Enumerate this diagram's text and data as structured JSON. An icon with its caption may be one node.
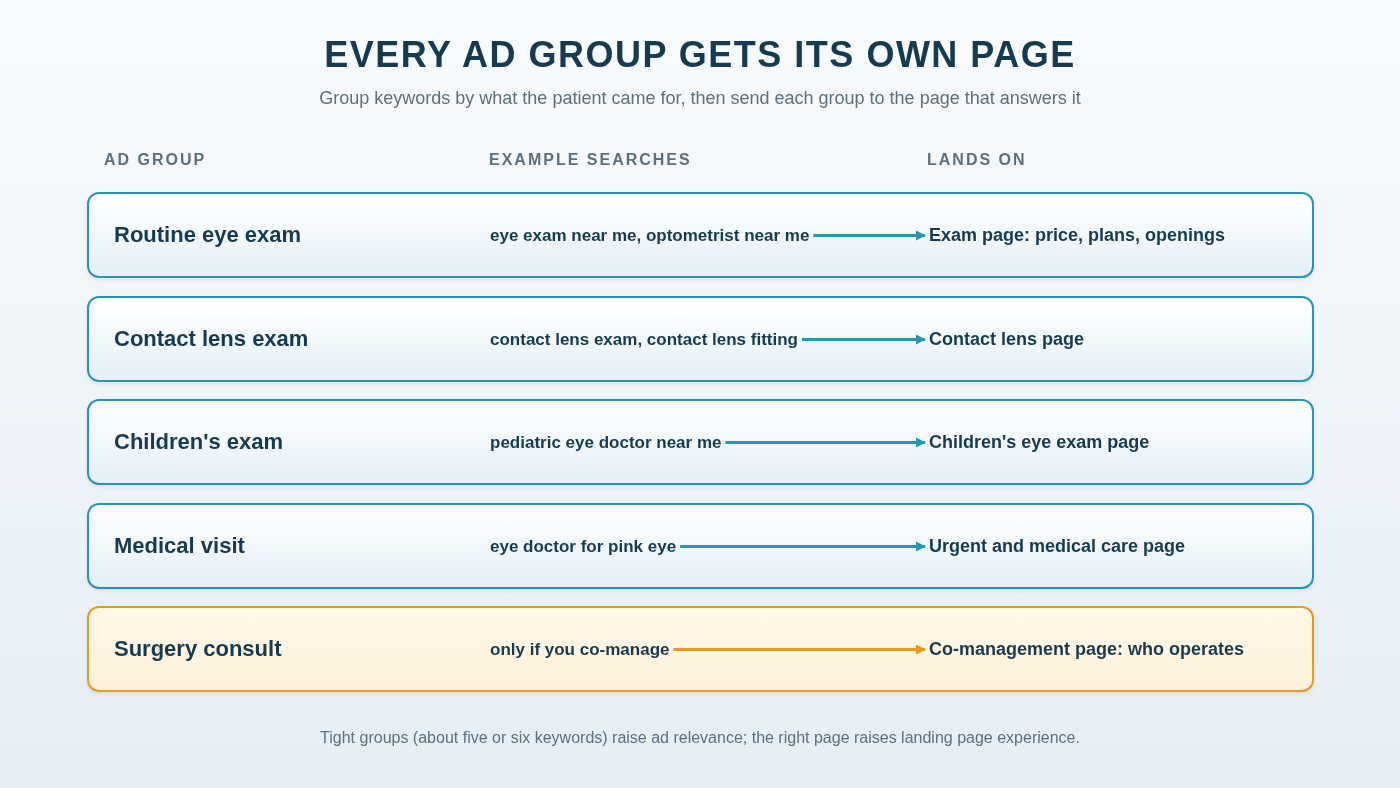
{
  "diagram": {
    "title": "EVERY AD GROUP GETS ITS OWN PAGE",
    "caption": "Tight groups (about five or six keywords) raise ad relevance; the right page raises landing page experience.",
    "nodes": [
      {
        "text": [
          "Routine eye exam"
        ]
      },
      {
        "text": [
          "eye exam near me, optometrist near me"
        ],
        "in": 0
      },
      {
        "text": [
          "Exam page: price, plans, openings"
        ],
        "in": 0
      },
      {
        "text": [
          "Contact lens exam"
        ]
      },
      {
        "text": [
          "contact lens exam, contact lens fitting"
        ],
        "in": 3
      },
      {
        "text": [
          "Contact lens page"
        ],
        "in": 3
      },
      {
        "text": [
          "Children's exam"
        ]
      },
      {
        "text": [
          "pediatric eye doctor near me"
        ],
        "in": 6
      },
      {
        "text": [
          "Children's eye exam page"
        ],
        "in": 6
      },
      {
        "text": [
          "Medical visit"
        ]
      },
      {
        "text": [
          "eye doctor for pink eye"
        ],
        "in": 9
      },
      {
        "text": [
          "Urgent and medical care page"
        ],
        "in": 9
      },
      {
        "text": [
          "Surgery consult"
        ]
      },
      {
        "text": [
          "only if you co-manage"
        ],
        "in": 12
      },
      {
        "text": [
          "Co-management page: who operates"
        ],
        "in": 12
      }
    ],
    "edges": [
      {
        "from": 1,
        "to": 2,
        "arrow": "to"
      },
      {
        "from": 4,
        "to": 5,
        "arrow": "to"
      },
      {
        "from": 7,
        "to": 8,
        "arrow": "to"
      },
      {
        "from": 10,
        "to": 11,
        "arrow": "to"
      },
      {
        "from": 13,
        "to": 14,
        "arrow": "to",
        "color": "#e99a1c"
      }
    ],
    "labels": [
      "Group keywords by what the patient came for, then send each group to the page that answers it",
      "AD GROUP",
      "EXAMPLE SEARCHES",
      "LANDS ON"
    ]
  }
}
